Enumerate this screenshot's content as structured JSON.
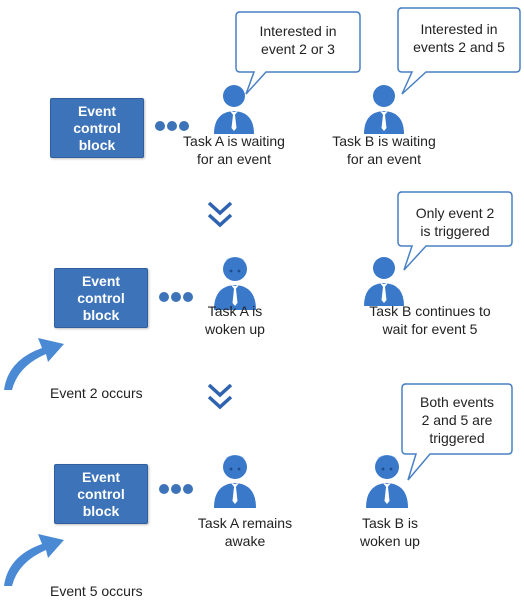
{
  "colors": {
    "block": "#3c73b9",
    "person": "#3a78c9",
    "chevron": "#2f63b0",
    "bubble_border": "#4a80c4"
  },
  "stages": [
    {
      "block_lines": [
        "Event",
        "control",
        "block"
      ],
      "task_a": [
        "Task A is waiting",
        "for an event"
      ],
      "task_b": [
        "Task B is waiting",
        "for an event"
      ],
      "bubble_a": [
        "Interested in",
        "event 2 or 3"
      ],
      "bubble_b": [
        "Interested in",
        "events 2 and 5"
      ]
    },
    {
      "block_lines": [
        "Event",
        "control",
        "block"
      ],
      "task_a": [
        "Task A is",
        "woken up"
      ],
      "task_b": [
        "Task B continues to",
        "wait for event 5"
      ],
      "bubble_b": [
        "Only event 2",
        "is triggered"
      ],
      "event_label": "Event 2 occurs"
    },
    {
      "block_lines": [
        "Event",
        "control",
        "block"
      ],
      "task_a": [
        "Task A remains",
        "awake"
      ],
      "task_b": [
        "Task B is",
        "woken up"
      ],
      "bubble_b": [
        "Both events",
        "2 and 5 are",
        "triggered"
      ],
      "event_label": "Event 5 occurs"
    }
  ],
  "icons": {
    "person": "person-icon",
    "awake_person": "awake-person-icon",
    "chevron": "double-chevron-down-icon",
    "event_arrow": "event-arrow-icon",
    "ellipsis": "ellipsis-dots-icon"
  }
}
